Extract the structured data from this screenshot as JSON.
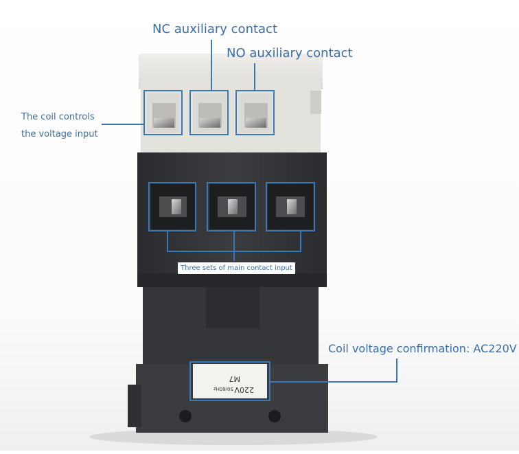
{
  "labels": {
    "nc_contact": "NC auxiliary contact",
    "no_contact": "NO auxiliary contact",
    "coil_line1": "The coil controls",
    "coil_line2": "the voltage input",
    "main_contacts": "Three sets of main contact input",
    "coil_voltage": "Coil voltage confirmation: AC220V"
  },
  "nameplate": {
    "line1": "220V",
    "line1b": "50/60Hz",
    "line2": "M7"
  },
  "colors": {
    "callout_line": "#3b78b6",
    "callout_text": "#3a6ea8",
    "housing_dark": "#2f3134",
    "housing_light": "#e6e4df"
  }
}
